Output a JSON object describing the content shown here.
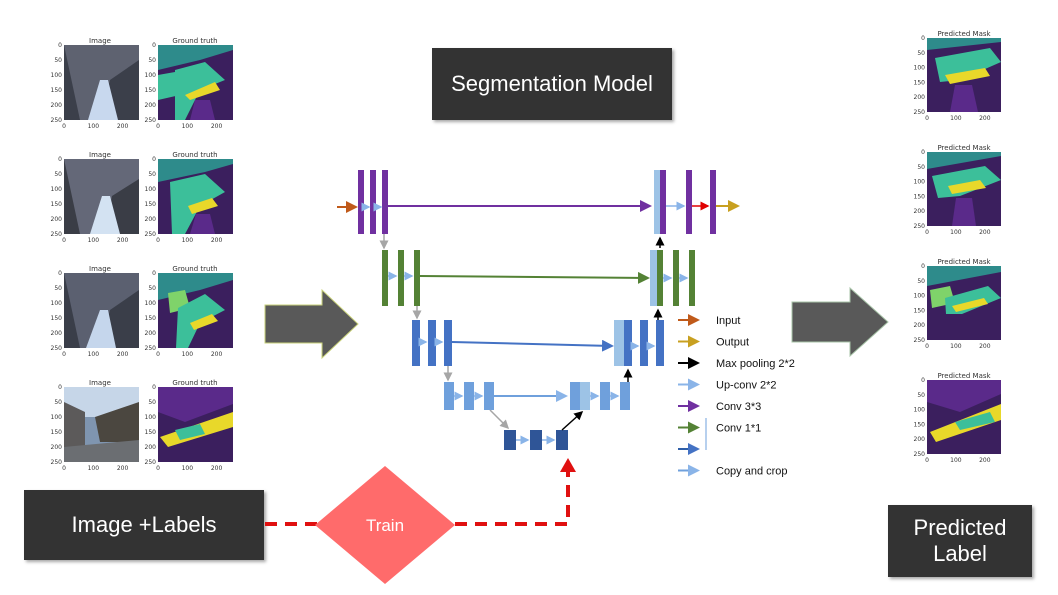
{
  "segmentation_title": "Segmentation Model",
  "input_box_label": "Image +Labels",
  "train_label": "Train",
  "output_box_label": "Predicted Label",
  "left_panels": [
    {
      "left_title": "Image",
      "right_title": "Ground truth"
    },
    {
      "left_title": "Image",
      "right_title": "Ground truth"
    },
    {
      "left_title": "Image",
      "right_title": "Ground truth"
    },
    {
      "left_title": "Image",
      "right_title": "Ground truth"
    }
  ],
  "right_panels": [
    {
      "title": "Predicted Mask"
    },
    {
      "title": "Predicted Mask"
    },
    {
      "title": "Predicted Mask"
    },
    {
      "title": "Predicted Mask"
    }
  ],
  "plot_y_ticks": [
    "0",
    "50",
    "100",
    "150",
    "200",
    "250"
  ],
  "plot_x_ticks": [
    "0",
    "100",
    "200"
  ],
  "legend": [
    {
      "label": "Input",
      "color": "#c05a1a",
      "icon": "arrow-right-icon"
    },
    {
      "label": "Output",
      "color": "#c8a020",
      "icon": "arrow-right-icon"
    },
    {
      "label": "Max pooling 2*2",
      "color": "#000000",
      "icon": "arrow-right-icon"
    },
    {
      "label": "Up-conv 2*2",
      "color": "#8ab4e8",
      "icon": "arrow-right-icon"
    },
    {
      "label": "Conv 3*3",
      "color": "#7030a0",
      "icon": "arrow-right-icon"
    },
    {
      "label": "Conv 1*1",
      "color": "#548235",
      "icon": "arrow-right-icon"
    },
    {
      "label": "",
      "color": "#2f5fa8",
      "icon": "arrow-right-icon"
    },
    {
      "label": "Copy and crop",
      "color": "#6fa0dc",
      "icon": "arrow-right-icon"
    }
  ],
  "colors": {
    "purple": "#7030a0",
    "green": "#548235",
    "blue": "#4472c4",
    "light_blue": "#6fa0dc",
    "dark_blue": "#2f5597",
    "pale_blue": "#9dc3e6",
    "gray_arrow": "#595959",
    "train": "#ff6b6b",
    "dashed": "#e01010"
  }
}
